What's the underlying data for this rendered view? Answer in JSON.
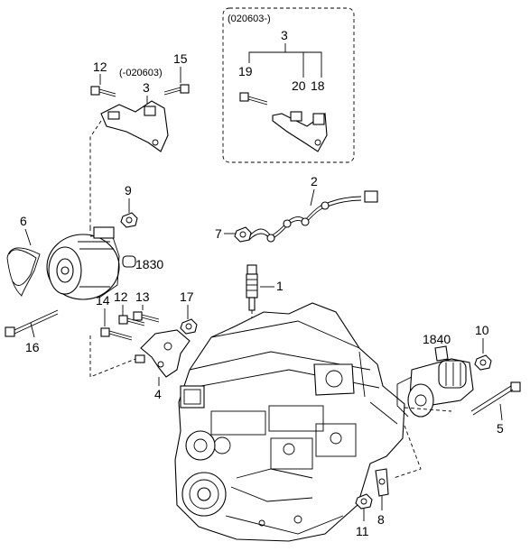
{
  "inset": {
    "date_code": "(020603-)"
  },
  "date_code_main": "(-020603)",
  "callouts": {
    "c1": "1",
    "c2": "2",
    "c3_main": "3",
    "c3_inset": "3",
    "c4": "4",
    "c5": "5",
    "c6": "6",
    "c7": "7",
    "c8": "8",
    "c9": "9",
    "c10": "10",
    "c11": "11",
    "c12_top": "12",
    "c12_low": "12",
    "c13": "13",
    "c14": "14",
    "c15": "15",
    "c16": "16",
    "c17": "17",
    "c18": "18",
    "c19": "19",
    "c20": "20",
    "c1830": "1830",
    "c1840": "1840"
  }
}
